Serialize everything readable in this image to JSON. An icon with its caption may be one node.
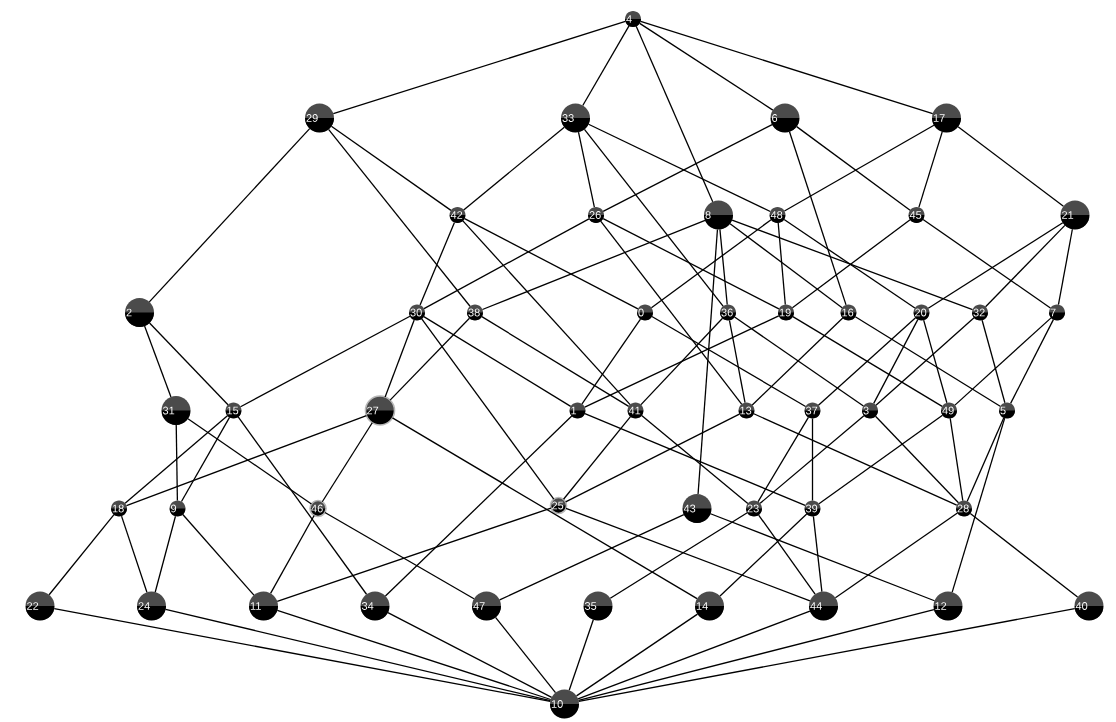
{
  "diagram": {
    "nodes": [
      {
        "text": [
          "4"
        ]
      },
      {
        "text": [
          "29"
        ]
      },
      {
        "text": [
          "33"
        ]
      },
      {
        "text": [
          "6"
        ]
      },
      {
        "text": [
          "17"
        ]
      },
      {
        "text": [
          "42"
        ]
      },
      {
        "text": [
          "26"
        ]
      },
      {
        "text": [
          "8"
        ]
      },
      {
        "text": [
          "48"
        ]
      },
      {
        "text": [
          "45"
        ]
      },
      {
        "text": [
          "21"
        ]
      },
      {
        "text": [
          "2"
        ]
      },
      {
        "text": [
          "30"
        ]
      },
      {
        "text": [
          "38"
        ]
      },
      {
        "text": [
          "0"
        ]
      },
      {
        "text": [
          "36"
        ]
      },
      {
        "text": [
          "19"
        ]
      },
      {
        "text": [
          "16"
        ]
      },
      {
        "text": [
          "20"
        ]
      },
      {
        "text": [
          "32"
        ]
      },
      {
        "text": [
          "7"
        ]
      },
      {
        "text": [
          "31"
        ]
      },
      {
        "text": [
          "15"
        ]
      },
      {
        "text": [
          "27"
        ]
      },
      {
        "text": [
          "1"
        ]
      },
      {
        "text": [
          "41"
        ]
      },
      {
        "text": [
          "13"
        ]
      },
      {
        "text": [
          "37"
        ]
      },
      {
        "text": [
          "3"
        ]
      },
      {
        "text": [
          "49"
        ]
      },
      {
        "text": [
          "5"
        ]
      },
      {
        "text": [
          "18"
        ]
      },
      {
        "text": [
          "9"
        ]
      },
      {
        "text": [
          "46"
        ]
      },
      {
        "text": [
          "25"
        ]
      },
      {
        "text": [
          "43"
        ]
      },
      {
        "text": [
          "23"
        ]
      },
      {
        "text": [
          "39"
        ]
      },
      {
        "text": [
          "28"
        ]
      },
      {
        "text": [
          "22"
        ]
      },
      {
        "text": [
          "24"
        ]
      },
      {
        "text": [
          "11"
        ]
      },
      {
        "text": [
          "34"
        ]
      },
      {
        "text": [
          "47"
        ]
      },
      {
        "text": [
          "35"
        ]
      },
      {
        "text": [
          "14"
        ]
      },
      {
        "text": [
          "44"
        ]
      },
      {
        "text": [
          "12"
        ]
      },
      {
        "text": [
          "40"
        ]
      },
      {
        "text": [
          "10"
        ]
      }
    ],
    "edges": [
      {
        "from": 0,
        "to": 1,
        "arrow": "none"
      },
      {
        "from": 0,
        "to": 2,
        "arrow": "none"
      },
      {
        "from": 0,
        "to": 7,
        "arrow": "none"
      },
      {
        "from": 0,
        "to": 3,
        "arrow": "none"
      },
      {
        "from": 0,
        "to": 4,
        "arrow": "none"
      },
      {
        "from": 1,
        "to": 11,
        "arrow": "none"
      },
      {
        "from": 1,
        "to": 5,
        "arrow": "none"
      },
      {
        "from": 1,
        "to": 13,
        "arrow": "none"
      },
      {
        "from": 2,
        "to": 5,
        "arrow": "none"
      },
      {
        "from": 2,
        "to": 6,
        "arrow": "none"
      },
      {
        "from": 2,
        "to": 15,
        "arrow": "none"
      },
      {
        "from": 2,
        "to": 8,
        "arrow": "none"
      },
      {
        "from": 3,
        "to": 6,
        "arrow": "none"
      },
      {
        "from": 3,
        "to": 17,
        "arrow": "none"
      },
      {
        "from": 3,
        "to": 9,
        "arrow": "none"
      },
      {
        "from": 4,
        "to": 8,
        "arrow": "none"
      },
      {
        "from": 4,
        "to": 9,
        "arrow": "none"
      },
      {
        "from": 4,
        "to": 10,
        "arrow": "none"
      },
      {
        "from": 5,
        "to": 12,
        "arrow": "none"
      },
      {
        "from": 5,
        "to": 14,
        "arrow": "none"
      },
      {
        "from": 5,
        "to": 25,
        "arrow": "none"
      },
      {
        "from": 6,
        "to": 12,
        "arrow": "none"
      },
      {
        "from": 6,
        "to": 26,
        "arrow": "none"
      },
      {
        "from": 6,
        "to": 16,
        "arrow": "none"
      },
      {
        "from": 7,
        "to": 13,
        "arrow": "none"
      },
      {
        "from": 7,
        "to": 15,
        "arrow": "none"
      },
      {
        "from": 7,
        "to": 35,
        "arrow": "none"
      },
      {
        "from": 7,
        "to": 17,
        "arrow": "none"
      },
      {
        "from": 7,
        "to": 19,
        "arrow": "none"
      },
      {
        "from": 8,
        "to": 14,
        "arrow": "none"
      },
      {
        "from": 8,
        "to": 16,
        "arrow": "none"
      },
      {
        "from": 8,
        "to": 18,
        "arrow": "none"
      },
      {
        "from": 9,
        "to": 16,
        "arrow": "none"
      },
      {
        "from": 9,
        "to": 20,
        "arrow": "none"
      },
      {
        "from": 10,
        "to": 18,
        "arrow": "none"
      },
      {
        "from": 10,
        "to": 19,
        "arrow": "none"
      },
      {
        "from": 10,
        "to": 20,
        "arrow": "none"
      },
      {
        "from": 11,
        "to": 21,
        "arrow": "none"
      },
      {
        "from": 11,
        "to": 22,
        "arrow": "none"
      },
      {
        "from": 12,
        "to": 22,
        "arrow": "none"
      },
      {
        "from": 12,
        "to": 23,
        "arrow": "none"
      },
      {
        "from": 12,
        "to": 34,
        "arrow": "none"
      },
      {
        "from": 12,
        "to": 24,
        "arrow": "none"
      },
      {
        "from": 13,
        "to": 23,
        "arrow": "none"
      },
      {
        "from": 13,
        "to": 25,
        "arrow": "none"
      },
      {
        "from": 14,
        "to": 24,
        "arrow": "none"
      },
      {
        "from": 14,
        "to": 27,
        "arrow": "none"
      },
      {
        "from": 15,
        "to": 25,
        "arrow": "none"
      },
      {
        "from": 15,
        "to": 26,
        "arrow": "none"
      },
      {
        "from": 15,
        "to": 28,
        "arrow": "none"
      },
      {
        "from": 16,
        "to": 24,
        "arrow": "none"
      },
      {
        "from": 16,
        "to": 29,
        "arrow": "none"
      },
      {
        "from": 17,
        "to": 26,
        "arrow": "none"
      },
      {
        "from": 17,
        "to": 30,
        "arrow": "none"
      },
      {
        "from": 18,
        "to": 27,
        "arrow": "none"
      },
      {
        "from": 18,
        "to": 28,
        "arrow": "none"
      },
      {
        "from": 18,
        "to": 29,
        "arrow": "none"
      },
      {
        "from": 19,
        "to": 28,
        "arrow": "none"
      },
      {
        "from": 19,
        "to": 30,
        "arrow": "none"
      },
      {
        "from": 20,
        "to": 29,
        "arrow": "none"
      },
      {
        "from": 20,
        "to": 30,
        "arrow": "none"
      },
      {
        "from": 21,
        "to": 32,
        "arrow": "none"
      },
      {
        "from": 21,
        "to": 33,
        "arrow": "none"
      },
      {
        "from": 22,
        "to": 31,
        "arrow": "none"
      },
      {
        "from": 22,
        "to": 32,
        "arrow": "none"
      },
      {
        "from": 22,
        "to": 42,
        "arrow": "none"
      },
      {
        "from": 23,
        "to": 31,
        "arrow": "none"
      },
      {
        "from": 23,
        "to": 33,
        "arrow": "none"
      },
      {
        "from": 23,
        "to": 45,
        "arrow": "none"
      },
      {
        "from": 24,
        "to": 42,
        "arrow": "none"
      },
      {
        "from": 24,
        "to": 37,
        "arrow": "none"
      },
      {
        "from": 25,
        "to": 34,
        "arrow": "none"
      },
      {
        "from": 25,
        "to": 36,
        "arrow": "none"
      },
      {
        "from": 26,
        "to": 34,
        "arrow": "none"
      },
      {
        "from": 26,
        "to": 38,
        "arrow": "none"
      },
      {
        "from": 27,
        "to": 36,
        "arrow": "none"
      },
      {
        "from": 27,
        "to": 37,
        "arrow": "none"
      },
      {
        "from": 28,
        "to": 36,
        "arrow": "none"
      },
      {
        "from": 28,
        "to": 38,
        "arrow": "none"
      },
      {
        "from": 29,
        "to": 37,
        "arrow": "none"
      },
      {
        "from": 29,
        "to": 38,
        "arrow": "none"
      },
      {
        "from": 30,
        "to": 38,
        "arrow": "none"
      },
      {
        "from": 30,
        "to": 47,
        "arrow": "none"
      },
      {
        "from": 31,
        "to": 39,
        "arrow": "none"
      },
      {
        "from": 31,
        "to": 40,
        "arrow": "none"
      },
      {
        "from": 32,
        "to": 40,
        "arrow": "none"
      },
      {
        "from": 32,
        "to": 41,
        "arrow": "none"
      },
      {
        "from": 33,
        "to": 41,
        "arrow": "none"
      },
      {
        "from": 33,
        "to": 43,
        "arrow": "none"
      },
      {
        "from": 34,
        "to": 41,
        "arrow": "none"
      },
      {
        "from": 34,
        "to": 46,
        "arrow": "none"
      },
      {
        "from": 35,
        "to": 43,
        "arrow": "none"
      },
      {
        "from": 35,
        "to": 47,
        "arrow": "none"
      },
      {
        "from": 36,
        "to": 44,
        "arrow": "none"
      },
      {
        "from": 36,
        "to": 46,
        "arrow": "none"
      },
      {
        "from": 37,
        "to": 45,
        "arrow": "none"
      },
      {
        "from": 37,
        "to": 46,
        "arrow": "none"
      },
      {
        "from": 38,
        "to": 46,
        "arrow": "none"
      },
      {
        "from": 38,
        "to": 48,
        "arrow": "none"
      },
      {
        "from": 39,
        "to": 49,
        "arrow": "none"
      },
      {
        "from": 40,
        "to": 49,
        "arrow": "none"
      },
      {
        "from": 41,
        "to": 49,
        "arrow": "none"
      },
      {
        "from": 42,
        "to": 49,
        "arrow": "none"
      },
      {
        "from": 43,
        "to": 49,
        "arrow": "none"
      },
      {
        "from": 44,
        "to": 49,
        "arrow": "none"
      },
      {
        "from": 45,
        "to": 49,
        "arrow": "none"
      },
      {
        "from": 46,
        "to": 49,
        "arrow": "none"
      },
      {
        "from": 47,
        "to": 49,
        "arrow": "none"
      },
      {
        "from": 48,
        "to": 49,
        "arrow": "none"
      }
    ]
  }
}
